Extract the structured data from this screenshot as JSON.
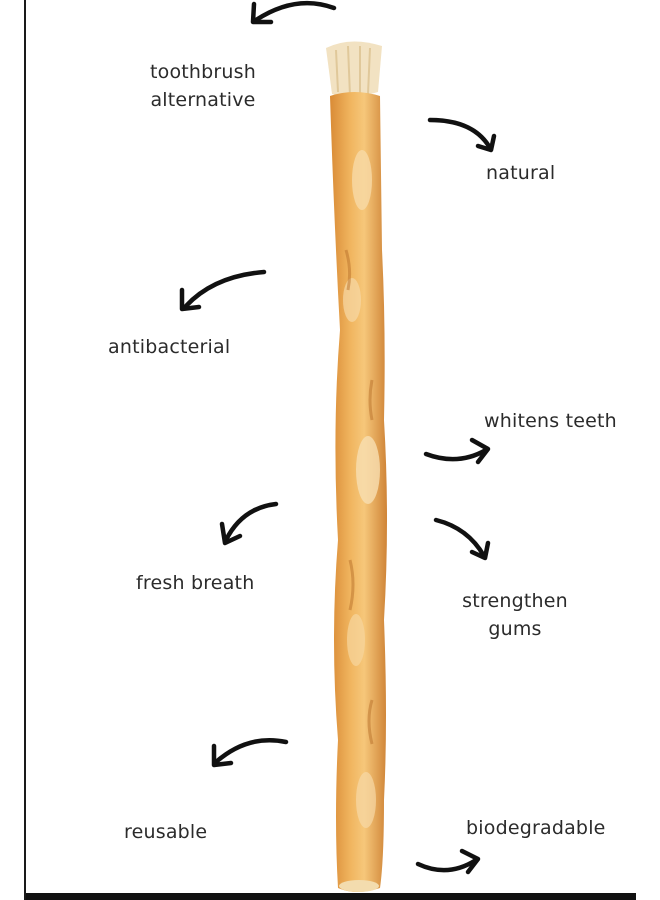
{
  "labels": {
    "toothbrush_line1": "toothbrush",
    "toothbrush_line2": "alternative",
    "natural": "natural",
    "antibacterial": "antibacterial",
    "whitens_teeth": "whitens teeth",
    "fresh_breath": "fresh breath",
    "strengthen_line1": "strengthen",
    "strengthen_line2": "gums",
    "reusable": "reusable",
    "biodegradable": "biodegradable"
  },
  "colors": {
    "stick_main": "#e9a54a",
    "stick_highlight": "#f6d8a2",
    "stick_shadow": "#c9823a",
    "bristles": "#f3e3c4",
    "text": "#2b2b2b",
    "arrow": "#111111"
  },
  "icons": {
    "arrows": "curved-arrow-icon"
  }
}
